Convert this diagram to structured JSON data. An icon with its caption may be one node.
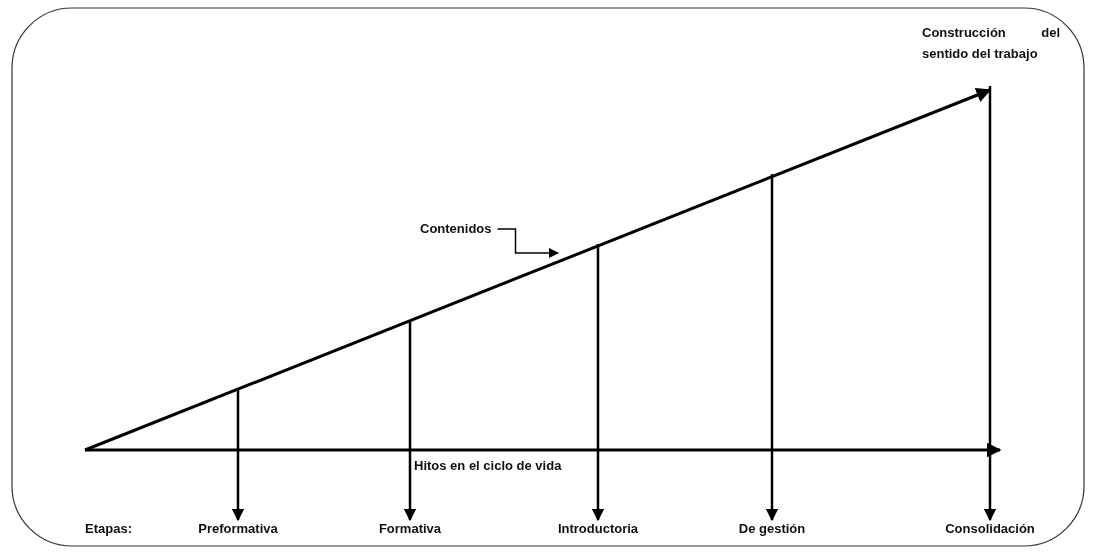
{
  "diagram": {
    "nodes": [
      {
        "text": [
          "Construcción del sentido del trabajo"
        ]
      },
      {
        "text": [
          "Contenidos"
        ]
      },
      {
        "text": [
          "Preformativa"
        ]
      },
      {
        "text": [
          "Formativa"
        ]
      },
      {
        "text": [
          "Introductoria"
        ]
      },
      {
        "text": [
          "De gestión"
        ]
      },
      {
        "text": [
          "Consolidación"
        ]
      }
    ],
    "edges": [
      {
        "from": null,
        "to": 0,
        "arrow": "to"
      },
      {
        "from": 1,
        "to": null,
        "arrow": "to"
      },
      {
        "from": null,
        "to": 2,
        "arrow": "to"
      },
      {
        "from": null,
        "to": 3,
        "arrow": "to"
      },
      {
        "from": null,
        "to": 4,
        "arrow": "to"
      },
      {
        "from": null,
        "to": 5,
        "arrow": "to"
      },
      {
        "from": null,
        "to": 6,
        "arrow": "to"
      }
    ],
    "labels": [
      "Hitos en el ciclo de vida",
      "Etapas:"
    ]
  }
}
